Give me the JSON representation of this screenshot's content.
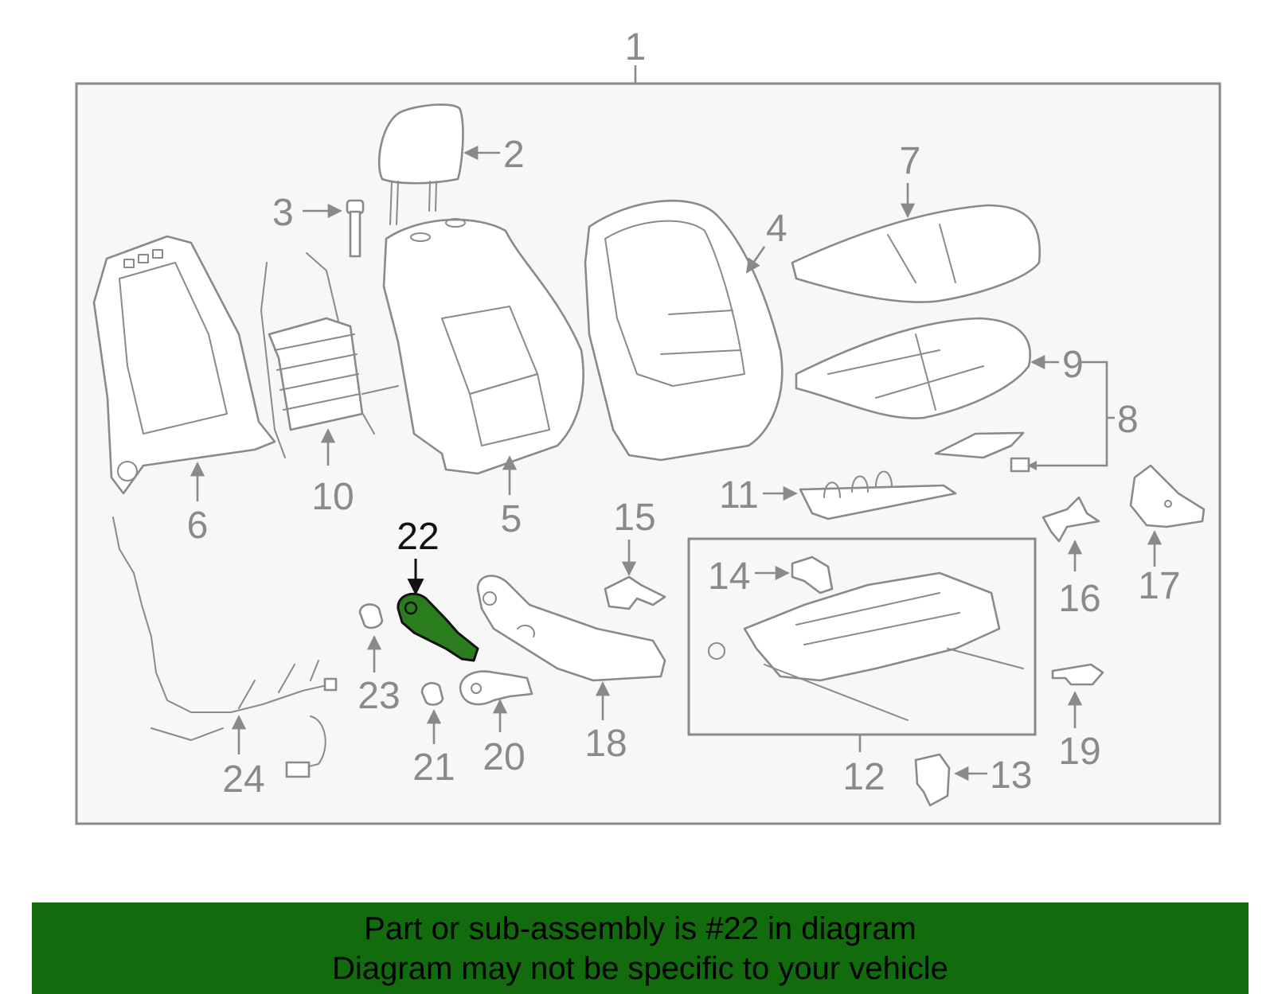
{
  "diagram": {
    "assembly_label": "1",
    "callouts": {
      "p2": "2",
      "p3": "3",
      "p4": "4",
      "p5": "5",
      "p6": "6",
      "p7": "7",
      "p8": "8",
      "p9": "9",
      "p10": "10",
      "p11": "11",
      "p12": "12",
      "p13": "13",
      "p14": "14",
      "p15": "15",
      "p16": "16",
      "p17": "17",
      "p18": "18",
      "p19": "19",
      "p20": "20",
      "p21": "21",
      "p22": "22",
      "p23": "23",
      "p24": "24"
    },
    "highlighted_part": "22",
    "colors": {
      "line": "#8a8a8a",
      "highlight_fill": "#2a7d1c",
      "frame_bg": "#f7f7f7"
    }
  },
  "banner": {
    "line1": "Part or sub-assembly is #22 in diagram",
    "line2": "Diagram may not be specific to your vehicle",
    "background": "#126b0c"
  }
}
